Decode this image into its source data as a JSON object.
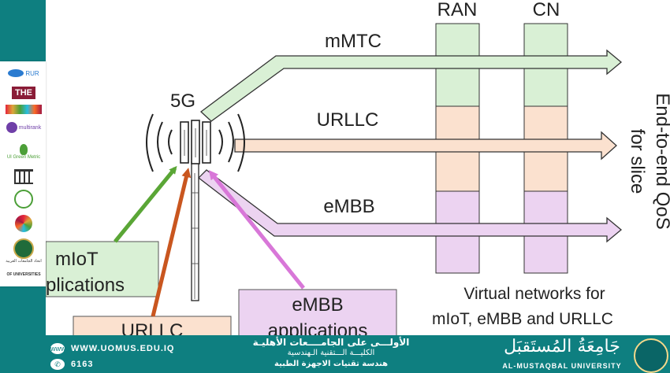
{
  "diagram": {
    "tower_label": "5G",
    "slices": [
      {
        "label": "mMTC",
        "color": "#d9f0d5"
      },
      {
        "label": "URLLC",
        "color": "#fbe1cf"
      },
      {
        "label": "eMBB",
        "color": "#ecd3f1"
      }
    ],
    "columns": [
      "RAN",
      "CN"
    ],
    "qos_label_line1": "End-to-end QoS",
    "qos_label_line2": "for slice",
    "virtual_networks_line1": "Virtual networks for",
    "virtual_networks_line2": "mIoT, eMBB and URLLC",
    "apps": [
      {
        "label_line1": "mIoT",
        "label_line2": "plications",
        "color": "#d9f0d5",
        "arrow_color": "#5aa636"
      },
      {
        "label_line1": "URLLC",
        "label_line2": "",
        "color": "#fbe1cf",
        "arrow_color": "#c9561f"
      },
      {
        "label_line1": "eMBB",
        "label_line2": "applications",
        "color": "#ecd3f1",
        "arrow_color": "#d877d8"
      }
    ]
  },
  "footer": {
    "website": "WWW.UOMUS.EDU.IQ",
    "phone": "6163",
    "arabic_line1": "الأولـــى على الجامــــعات الأهليـة",
    "arabic_line2": "الكليـــة الـــتقنية الـهندسية",
    "arabic_line3": "هندسة تقنيات الاجهزة الطبية",
    "university_ar": "جَامِعَةُ المُستَقبَل",
    "university_en": "AL-MUSTAQBAL UNIVERSITY"
  },
  "logos": {
    "ruru": "RUR",
    "the": "THE",
    "multirank": "multirank",
    "greenmetric": "UI Green Metric",
    "arab_union": "اتحاد الجامعات العربية",
    "universities": "OF UNIVERSITIES"
  }
}
